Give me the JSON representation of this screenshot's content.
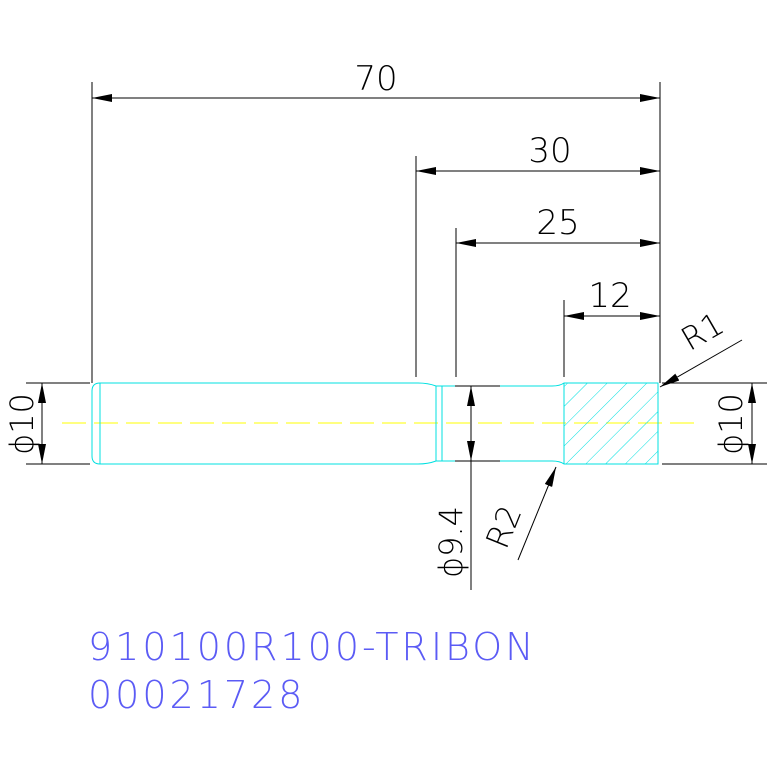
{
  "drawing": {
    "dimensions": {
      "total_length": "70",
      "length_30": "30",
      "length_25": "25",
      "length_12": "12",
      "diameter_left": "ϕ10",
      "diameter_right": "ϕ10",
      "diameter_neck": "ϕ9.4",
      "radius_corner": "R1",
      "radius_groove": "R2"
    },
    "colors": {
      "part_outline": "#00e0e0",
      "centerline": "#ffff00",
      "dimension_lines": "#000000",
      "title_text": "#5b5bf5"
    },
    "part_code": "910100R100-TRIBON",
    "part_number": "00021728"
  }
}
